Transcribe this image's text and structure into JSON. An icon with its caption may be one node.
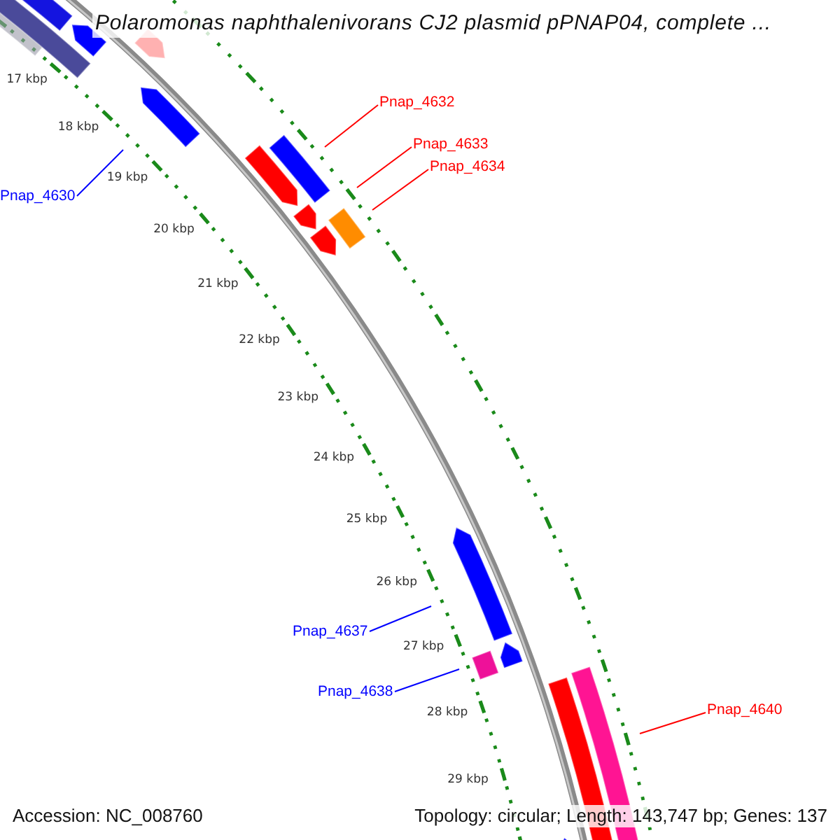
{
  "diagram": {
    "title": "Polaromonas naphthalenivorans CJ2 plasmid pPNAP04, complete ...",
    "nodes": [
      {
        "text": [
          "Pnap_4630"
        ]
      },
      {
        "text": [
          "Pnap_4632"
        ]
      },
      {
        "text": [
          "Pnap_4633"
        ]
      },
      {
        "text": [
          "Pnap_4634"
        ]
      },
      {
        "text": [
          "Pnap_4637"
        ]
      },
      {
        "text": [
          "Pnap_4638"
        ]
      },
      {
        "text": [
          "Pnap_4640"
        ]
      }
    ],
    "edges": [
      {
        "from": 0,
        "to": null,
        "arrow": "none",
        "color": "#0000ff"
      },
      {
        "from": 1,
        "to": null,
        "arrow": "none"
      },
      {
        "from": 2,
        "to": null,
        "arrow": "none"
      },
      {
        "from": 3,
        "to": null,
        "arrow": "none"
      },
      {
        "from": 4,
        "to": null,
        "arrow": "none",
        "color": "#0000ff"
      },
      {
        "from": 5,
        "to": null,
        "arrow": "none",
        "color": "#0000ff"
      },
      {
        "from": 6,
        "to": null,
        "arrow": "none"
      }
    ],
    "labels": [
      "17 kbp",
      "18 kbp",
      "19 kbp",
      "20 kbp",
      "21 kbp",
      "22 kbp",
      "23 kbp",
      "24 kbp",
      "25 kbp",
      "26 kbp",
      "27 kbp",
      "28 kbp",
      "29 kbp",
      "Accession: NC_008760",
      "Topology: circular; Length: 143,747 bp; Genes: 137"
    ]
  }
}
